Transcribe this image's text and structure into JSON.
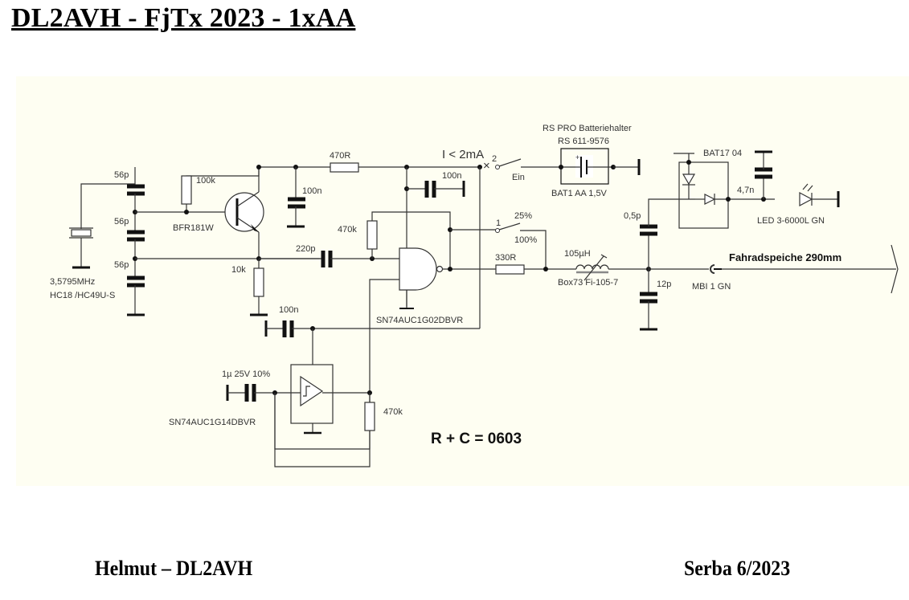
{
  "page": {
    "title": "DL2AVH - FjTx 2023 - 1xAA",
    "footer_left": "Helmut – DL2AVH",
    "footer_right": "Serba 6/2023"
  },
  "schematic": {
    "background_color": "#fefef2",
    "labels": {
      "crystal_freq": "3,5795MHz",
      "crystal_case": "HC18 /HC49U-S",
      "cap_56p_1": "56p",
      "cap_56p_2": "56p",
      "cap_56p_3": "56p",
      "res_100k": "100k",
      "transistor": "BFR181W",
      "res_10k": "10k",
      "cap_100n_a": "100n",
      "res_470R": "470R",
      "current_note": "I < 2mA",
      "switch_pin_2": "2",
      "switch_on": "Ein",
      "cap_100n_b": "100n",
      "res_470k_a": "470k",
      "cap_220p": "220p",
      "nor_gate": "SN74AUC1G02DBVR",
      "battery_holder": "RS PRO Batteriehalter",
      "battery_order_no": "RS 611-9576",
      "battery": "BAT1  AA 1,5V",
      "switch_pin_1": "1",
      "duty_25": "25%",
      "duty_100": "100%",
      "res_330R": "330R",
      "inductor_value": "105µH",
      "inductor_type": "Box73 Fi-105-7",
      "diode": "BAT17 04",
      "cap_4n7": "4,7n",
      "led": "LED 3-6000L GN",
      "cap_0p5": "0,5p",
      "cap_12p": "12p",
      "connector": "MBI 1 GN",
      "antenna": "Fahradspeiche 290mm",
      "cap_100n_c": "100n",
      "cap_1u": "1µ 25V 10%",
      "schmitt": "SN74AUC1G14DBVR",
      "res_470k_b": "470k",
      "package_note": "R + C = 0603"
    }
  }
}
